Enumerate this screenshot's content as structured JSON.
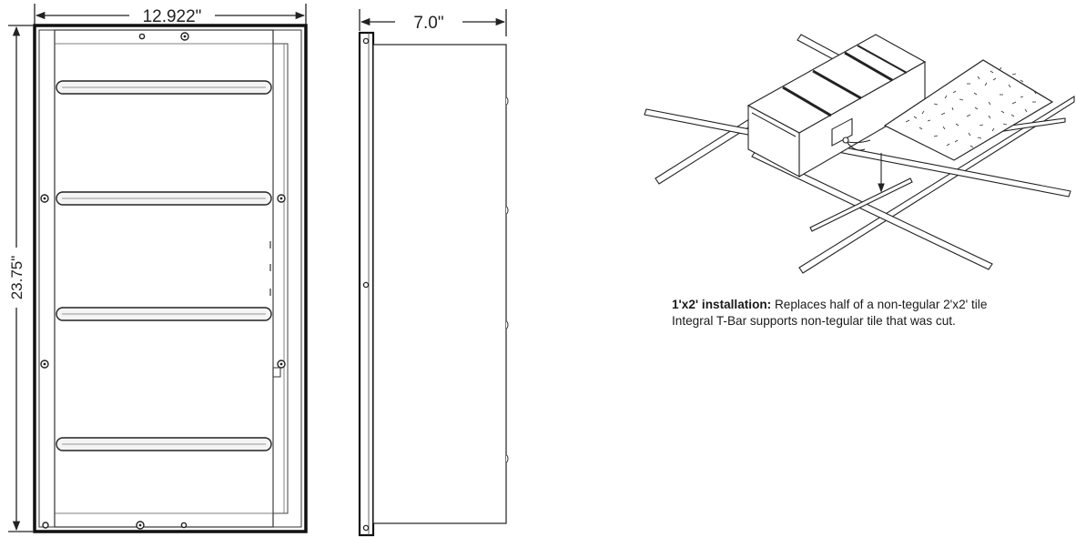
{
  "front_view": {
    "width_label": "12.922\"",
    "height_label": "23.75\""
  },
  "side_view": {
    "depth_label": "7.0\""
  },
  "installation": {
    "caption_bold": "1'x2' installation:",
    "caption_line1": " Replaces half of a non-tegular 2'x2' tile",
    "caption_line2": "Integral T-Bar supports non-tegular tile that was cut."
  }
}
